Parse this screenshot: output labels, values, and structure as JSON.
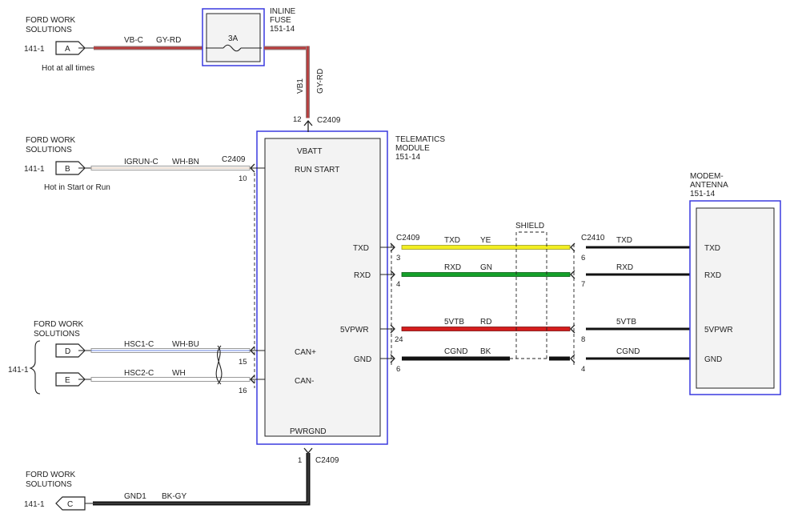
{
  "sources": {
    "a": {
      "title": [
        "FORD WORK",
        "SOLUTIONS"
      ],
      "ref": "141-1",
      "letter": "A",
      "note": "Hot at all times",
      "circuit": "VB-C",
      "color": "GY-RD"
    },
    "b": {
      "title": [
        "FORD WORK",
        "SOLUTIONS"
      ],
      "ref": "141-1",
      "letter": "B",
      "note": "Hot in Start or Run",
      "circuit": "IGRUN-C",
      "color": "WH-BN"
    },
    "de": {
      "title": [
        "FORD WORK",
        "SOLUTIONS"
      ],
      "ref": "141-1",
      "d_letter": "D",
      "e_letter": "E",
      "d_circuit": "HSC1-C",
      "d_color": "WH-BU",
      "e_circuit": "HSC2-C",
      "e_color": "WH"
    },
    "c": {
      "title": [
        "FORD WORK",
        "SOLUTIONS"
      ],
      "ref": "141-1",
      "letter": "C",
      "circuit": "GND1",
      "color": "BK-GY"
    }
  },
  "fuse": {
    "title": [
      "INLINE",
      "FUSE",
      "151-14"
    ],
    "rating": "3A",
    "circuit": "VB1",
    "color": "GY-RD"
  },
  "module": {
    "title": [
      "TELEMATICS",
      "MODULE",
      "151-14"
    ],
    "vbatt": "VBATT",
    "pwrgnd": "PWRGND",
    "run_start": "RUN START",
    "can_plus": "CAN+",
    "can_minus": "CAN-",
    "txd": "TXD",
    "rxd": "RXD",
    "vpwr": "5VPWR",
    "gnd": "GND"
  },
  "connectors": {
    "c2409": "C2409",
    "c2410": "C2410",
    "pin_vbatt": "12",
    "pin_run": "10",
    "pin_canp": "15",
    "pin_canm": "16",
    "pin_pwrgnd": "1",
    "pin_txd": "3",
    "pin_rxd": "4",
    "pin_vpwr": "24",
    "pin_gnd": "6",
    "pin_txd_b": "6",
    "pin_rxd_b": "7",
    "pin_vpwr_b": "8",
    "pin_gnd_b": "4"
  },
  "harness": {
    "shield": "SHIELD",
    "txd_circuit": "TXD",
    "txd_color": "YE",
    "rxd_circuit": "RXD",
    "rxd_color": "GN",
    "vtb_circuit": "5VTB",
    "vtb_color": "RD",
    "cgnd_circuit": "CGND",
    "cgnd_color": "BK",
    "txd_right": "TXD",
    "rxd_right": "RXD",
    "vtb_right": "5VTB",
    "cgnd_right": "CGND"
  },
  "antenna": {
    "title": [
      "MODEM-",
      "ANTENNA",
      "151-14"
    ],
    "txd": "TXD",
    "rxd": "RXD",
    "vpwr": "5VPWR",
    "gnd": "GND"
  },
  "colors": {
    "frame_blue": "#3a3adf",
    "box_fill": "#f3f3f3",
    "wire_red": "#d41d1d",
    "wire_yellow": "#f2ee22",
    "wire_green": "#14a02a",
    "wire_black": "#111111"
  }
}
